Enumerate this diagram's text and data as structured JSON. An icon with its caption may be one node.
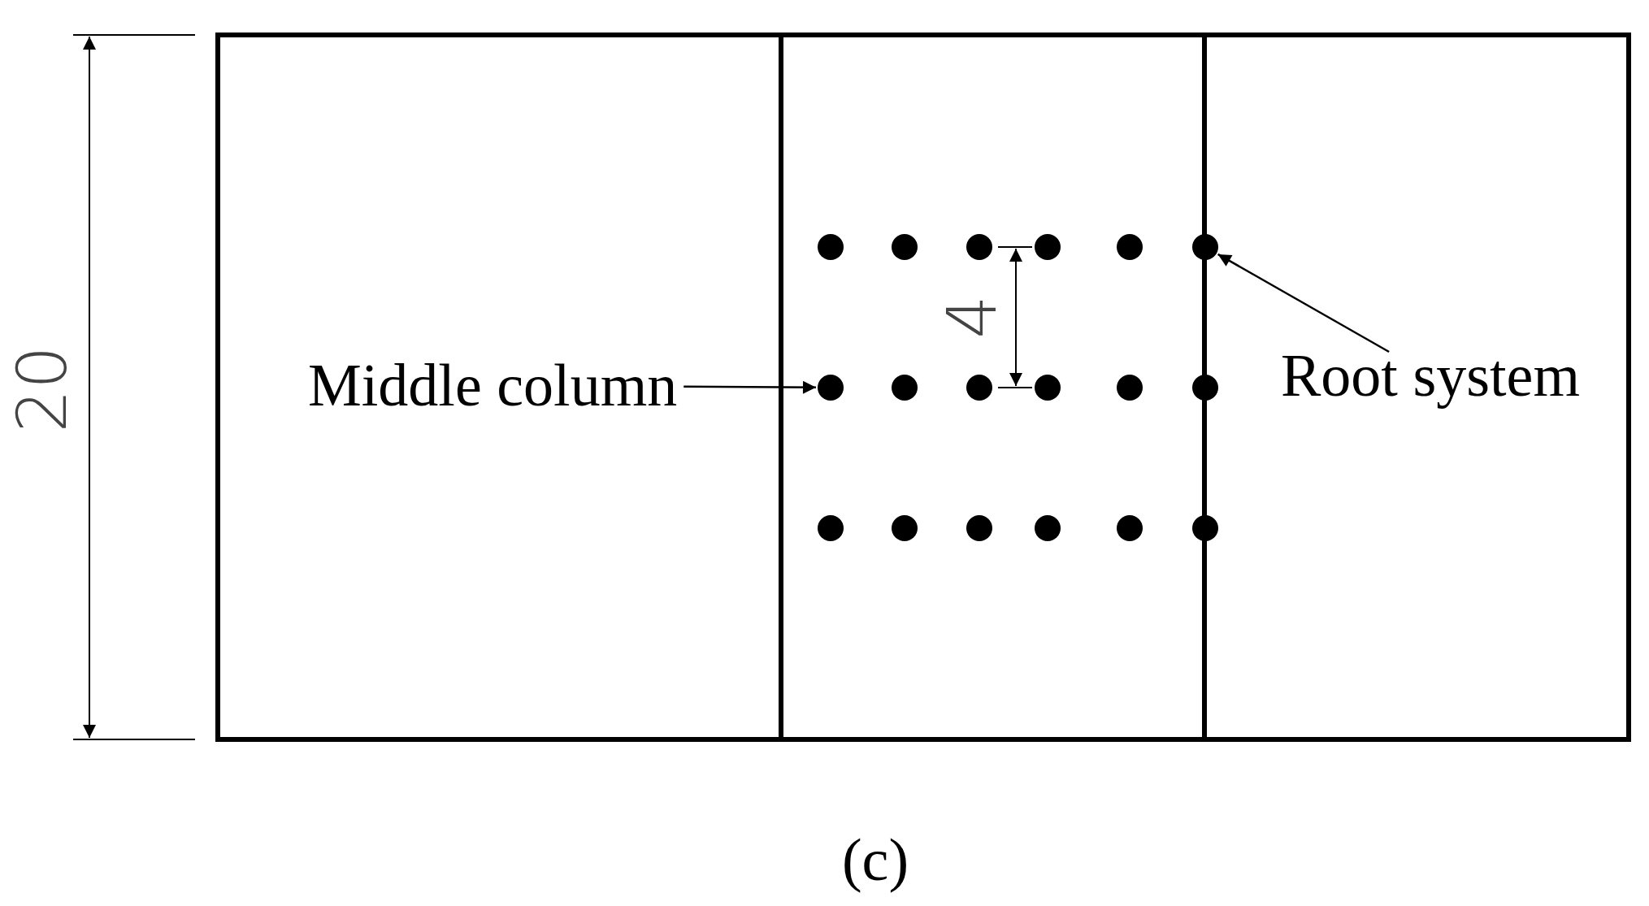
{
  "diagram": {
    "caption": "(c)",
    "nodes": [
      {
        "text": [
          "Middle column"
        ]
      },
      {
        "text": [],
        "shape": "circle"
      },
      {
        "text": [
          "Root system"
        ]
      },
      {
        "text": [],
        "shape": "circle"
      }
    ],
    "edges": [
      {
        "from": 0,
        "to": 1,
        "arrow": "to"
      },
      {
        "from": 2,
        "to": 3,
        "arrow": "to"
      }
    ],
    "labels": [
      "20",
      "4"
    ]
  }
}
